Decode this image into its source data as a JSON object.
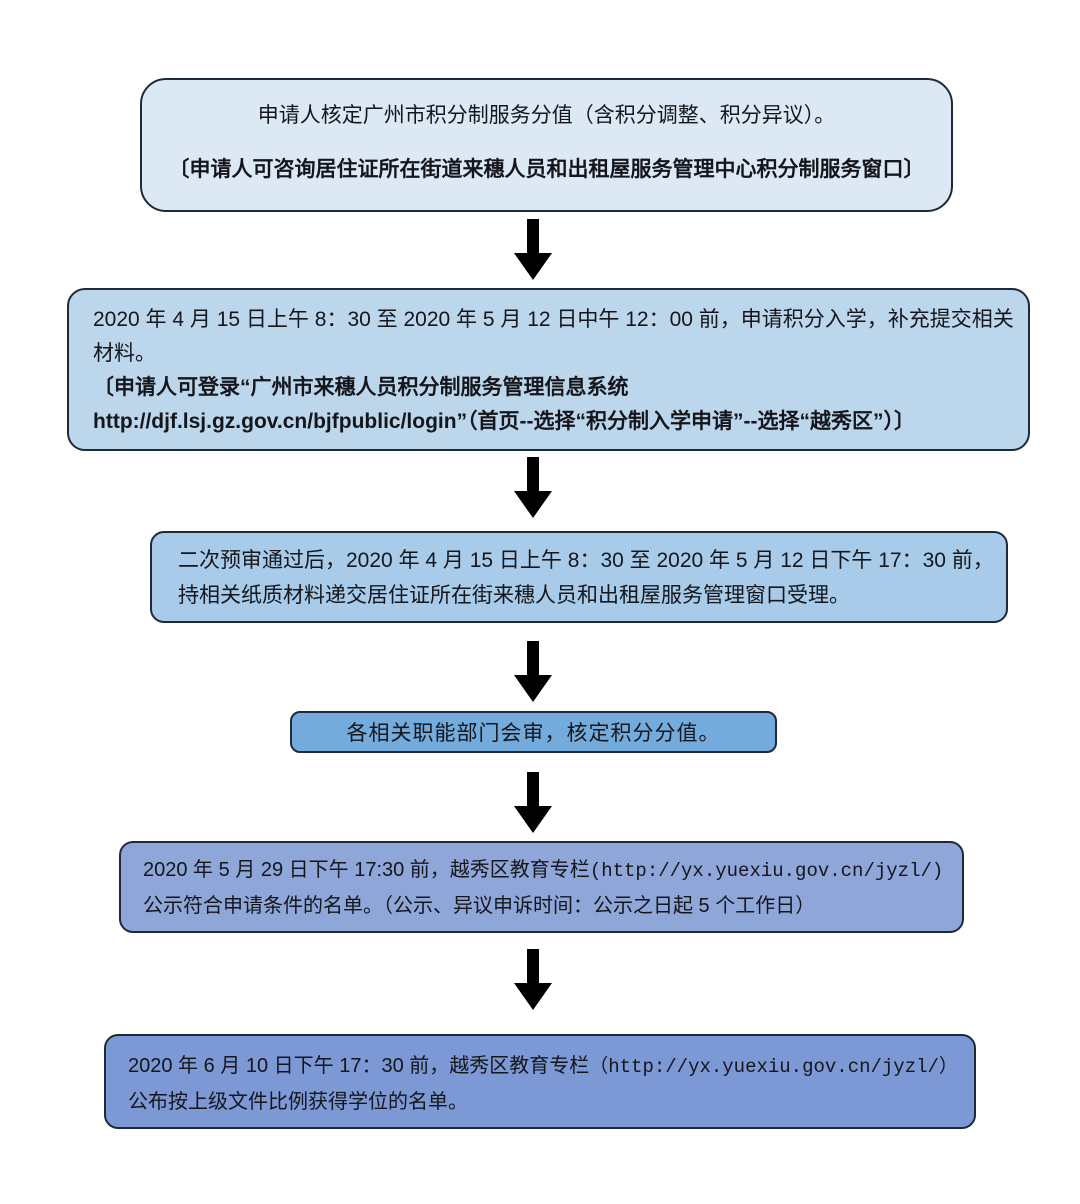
{
  "diagram": {
    "type": "flowchart",
    "background": "#ffffff",
    "arrow_color": "#000000",
    "border_color": "#1f2a38",
    "steps": [
      {
        "name": "verify-points-score",
        "bg": "#dce9f5",
        "lines": [
          "申请人核定广州市积分制服务分值（含积分调整、积分异议）。",
          "〔申请人可咨询居住证所在街道来穗人员和出租屋服务管理中心积分制服务窗口〕"
        ]
      },
      {
        "name": "online-application",
        "bg": "#bcd6ec",
        "lines": [
          "2020 年 4 月 15 日上午 8：30 至 2020 年 5 月 12 日中午 12：00 前，申请积分入学，补充提交相关",
          "材料。",
          "〔申请人可登录“广州市来穗人员积分制服务管理信息系统",
          "http://djf.lsj.gz.gov.cn/bjfpublic/login”（首页--选择“积分制入学申请”--选择“越秀区”）〕"
        ]
      },
      {
        "name": "submit-paper-materials",
        "bg": "#a7cbe9",
        "lines": [
          "二次预审通过后，2020 年 4 月 15 日上午 8：30 至 2020 年 5 月 12 日下午 17：30 前，",
          "持相关纸质材料递交居住证所在街来穗人员和出租屋服务管理窗口受理。"
        ]
      },
      {
        "name": "departments-joint-review",
        "bg": "#73acdc",
        "lines": [
          "各相关职能部门会审，核定积分分值。"
        ]
      },
      {
        "name": "publish-qualified-list",
        "bg": "#8fa6d9",
        "line1_text": "2020 年 5 月 29 日下午 17:30 前，越秀区教育专栏",
        "line1_url": "(http://yx.yuexiu.gov.cn/jyzl/)",
        "line2_text": "公示符合申请条件的名单。（公示、异议申诉时间：公示之日起 5 个工作日）"
      },
      {
        "name": "publish-final-admission-list",
        "bg": "#7c98d5",
        "line1_text": "2020 年 6 月 10 日下午 17：30 前，越秀区教育专栏",
        "line1_url": "（http://yx.yuexiu.gov.cn/jyzl/）",
        "line2_text": "公布按上级文件比例获得学位的名单。"
      }
    ]
  }
}
